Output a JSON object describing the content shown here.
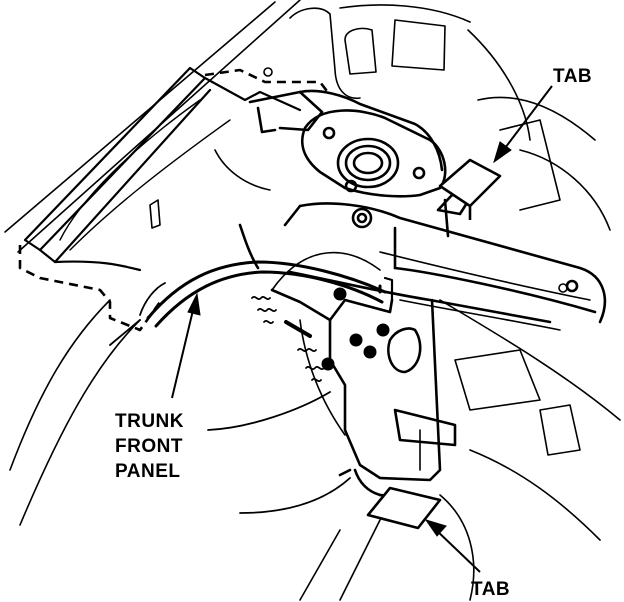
{
  "labels": {
    "tab_top": "TAB",
    "tab_bottom": "TAB",
    "trunk_line1": "TRUNK",
    "trunk_line2": "FRONT",
    "trunk_line3": "PANEL"
  },
  "colors": {
    "ink": "#000000",
    "paper": "#ffffff"
  }
}
